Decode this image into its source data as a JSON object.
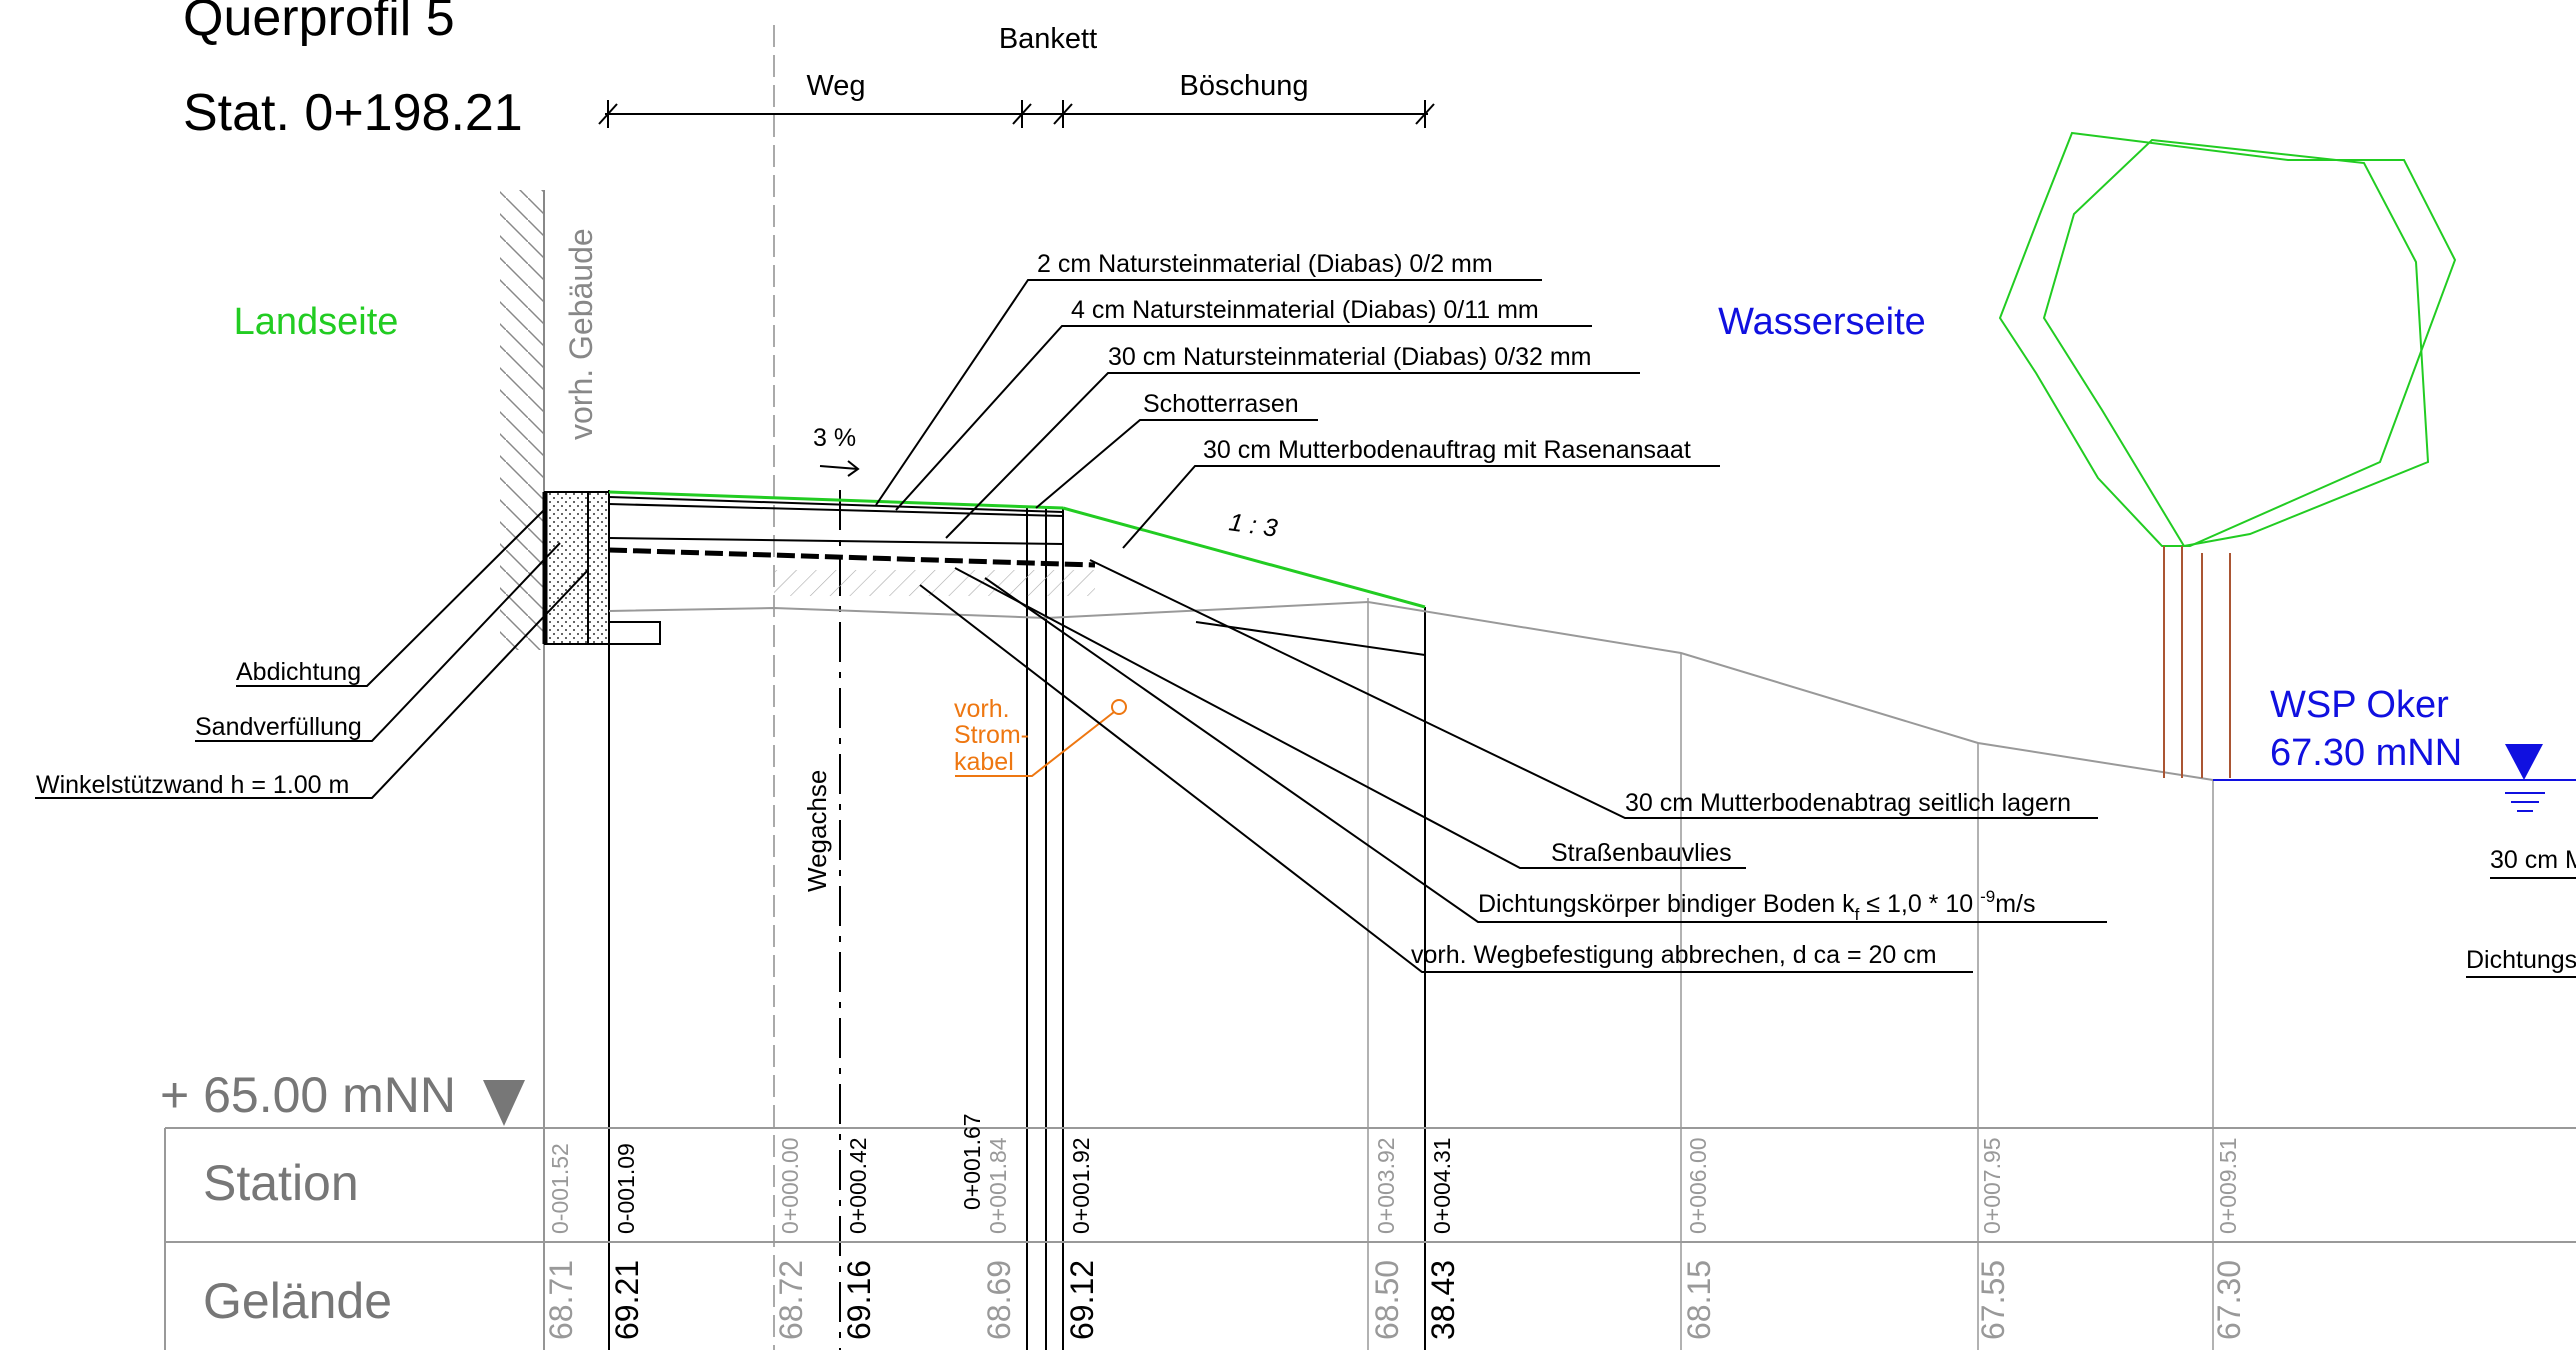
{
  "header": {
    "title": "Querprofil 5",
    "station": "Stat. 0+198.21"
  },
  "dimensions": {
    "weg": "Weg",
    "bankett": "Bankett",
    "boeschung": "Böschung"
  },
  "sides": {
    "land": "Landseite",
    "water": "Wasserseite",
    "building": "vorh. Gebäude",
    "land_color": "#22cc22",
    "water_color": "#1010e0"
  },
  "profile": {
    "slope": "3 %",
    "ratio": "1 : 3",
    "axis": "Wegachse"
  },
  "layers": [
    "2 cm Natursteinmaterial (Diabas) 0/2 mm",
    "4 cm Natursteinmaterial (Diabas) 0/11 mm",
    "30 cm Natursteinmaterial (Diabas) 0/32 mm",
    "Schotterrasen",
    "30 cm Mutterbodenauftrag mit Rasenansaat"
  ],
  "left_labels": [
    "Abdichtung",
    "Sandverfüllung",
    "Winkelstützwand h = 1.00 m"
  ],
  "cable": {
    "line1": "vorh.",
    "line2": "Strom-",
    "line3": "kabel",
    "color": "#ee7711"
  },
  "bottom_labels": {
    "mutterboden": "30 cm Mutterbodenabtrag seitlich lagern",
    "vlies": "Straßenbauvlies",
    "dichtung_pre": "Dichtungskörper bindiger Boden  k",
    "dichtung_sub": "f",
    "dichtung_mid": " ≤  1,0 * 10 ",
    "dichtung_sup": "-9",
    "dichtung_post": "m/s",
    "weg": "vorh. Wegbefestigung abbrechen, d ca = 20 cm"
  },
  "water": {
    "line1": "WSP Oker",
    "line2": "67.30 mNN"
  },
  "right_cut": {
    "top": "30 cm M",
    "bottom": "Dichtungsk"
  },
  "datum": "+ 65.00 mNN",
  "table": {
    "station_label": "Station",
    "gelaende_label": "Gelände",
    "columns": [
      {
        "station": "0-001.52",
        "gelaende": "68.71",
        "kind": "existing"
      },
      {
        "station": "0-001.09",
        "gelaende": "69.21",
        "kind": "planned"
      },
      {
        "station": "0+000.00",
        "gelaende": "68.72",
        "kind": "existing"
      },
      {
        "station": "0+000.42",
        "gelaende": "69.16",
        "kind": "planned"
      },
      {
        "station": "0+001.67",
        "gelaende": "",
        "kind": "planned"
      },
      {
        "station": "0+001.84",
        "gelaende": "68.69",
        "kind": "existing"
      },
      {
        "station": "0+001.92",
        "gelaende": "69.12",
        "kind": "planned"
      },
      {
        "station": "0+003.92",
        "gelaende": "68.50",
        "kind": "existing"
      },
      {
        "station": "0+004.31",
        "gelaende": "38.43",
        "kind": "planned"
      },
      {
        "station": "0+006.00",
        "gelaende": "68.15",
        "kind": "existing"
      },
      {
        "station": "0+007.95",
        "gelaende": "67.55",
        "kind": "existing"
      },
      {
        "station": "0+009.51",
        "gelaende": "67.30",
        "kind": "existing"
      }
    ]
  }
}
